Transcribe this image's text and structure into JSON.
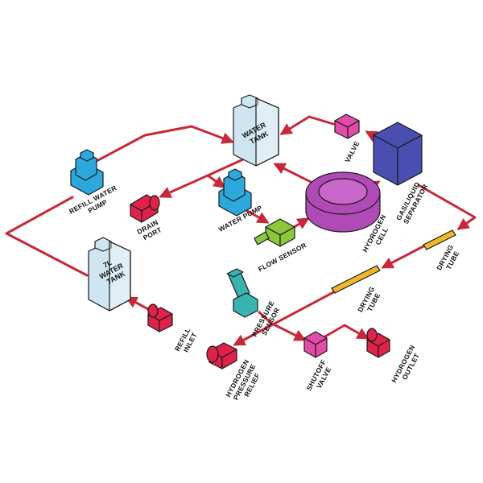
{
  "colors": {
    "pipe": "#c8283a",
    "water_tank": "#cfe6f2",
    "pump": "#2ca8dc",
    "red_part": "#e0224a",
    "valve": "#e44aa8",
    "separator": "#4a4eb0",
    "cell": "#b04ab6",
    "flow_sensor": "#8cc83c",
    "drying_tube": "#f0b72a",
    "pressure_sensor": "#38b3b0"
  },
  "labels": {
    "water_tank_line1": "WATER",
    "water_tank_line2": "TANK",
    "tank7l_line1": "7L",
    "tank7l_line2": "WATER",
    "tank7l_line3": "TANK",
    "refill_pump_line1": "REFILL WATER",
    "refill_pump_line2": "PUMP",
    "drain_port_line1": "DRAIN",
    "drain_port_line2": "PORT",
    "water_pump": "WATER PUMP",
    "flow_sensor": "FLOW SENSOR",
    "hydrogen_cell_line1": "HYDROGEN",
    "hydrogen_cell_line2": "CELL",
    "valve": "VALVE",
    "separator_line1": "GAS/LIQUID",
    "separator_line2": "SEPARATOR",
    "drying_tube_1_line1": "DRYING",
    "drying_tube_1_line2": "TUBE",
    "drying_tube_2_line1": "DRYING",
    "drying_tube_2_line2": "TUBE",
    "pressure_sensor_line1": "PRESSURE",
    "pressure_sensor_line2": "SENSOR",
    "refill_inlet_line1": "REFILL",
    "refill_inlet_line2": "INLET",
    "h2_relief_line1": "HYDROGEN",
    "h2_relief_line2": "PRESSURE",
    "h2_relief_line3": "RELIEF",
    "shutoff_line1": "SHUTOFF",
    "shutoff_line2": "VALVE",
    "h2_outlet_line1": "HYDROGEN",
    "h2_outlet_line2": "OUTLET"
  }
}
